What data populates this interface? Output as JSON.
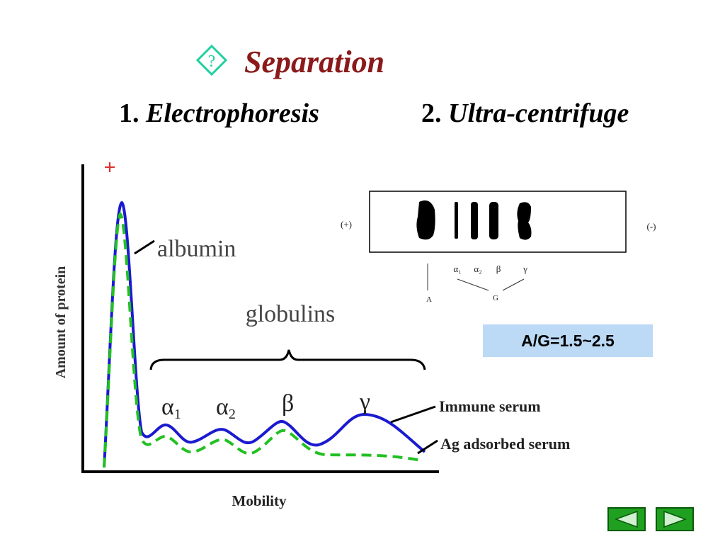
{
  "slide": {
    "title": "Separation",
    "methods": [
      {
        "number": "1.",
        "name": "Electrophoresis"
      },
      {
        "number": "2.",
        "name": "Ultra-centrifuge"
      }
    ],
    "ratio_label": "A/G=1.5~2.5"
  },
  "electropherogram": {
    "polarity_symbol": "+",
    "ylabel": "Amount of protein",
    "xlabel": "Mobility",
    "albumin_label": "albumin",
    "globulins_label": "globulins",
    "peak_labels": {
      "alpha": "α",
      "alpha1_sub": "1",
      "alpha2_sub": "2",
      "beta": "β",
      "gamma": "γ"
    },
    "legend": {
      "immune": "Immune serum",
      "adsorbed": "Ag adsorbed  serum"
    },
    "colors": {
      "immune": "#1a1ad0",
      "adsorbed": "#22c022"
    }
  },
  "gel_strip": {
    "left_polarity": "(+)",
    "right_polarity": "(-)",
    "band_labels": [
      "α₁",
      "α₂",
      "β",
      "γ"
    ],
    "group_labels": {
      "albumin": "A",
      "globulin": "G"
    }
  },
  "navigation": {
    "prev_icon": "triangle-left-icon",
    "next_icon": "triangle-right-icon"
  }
}
